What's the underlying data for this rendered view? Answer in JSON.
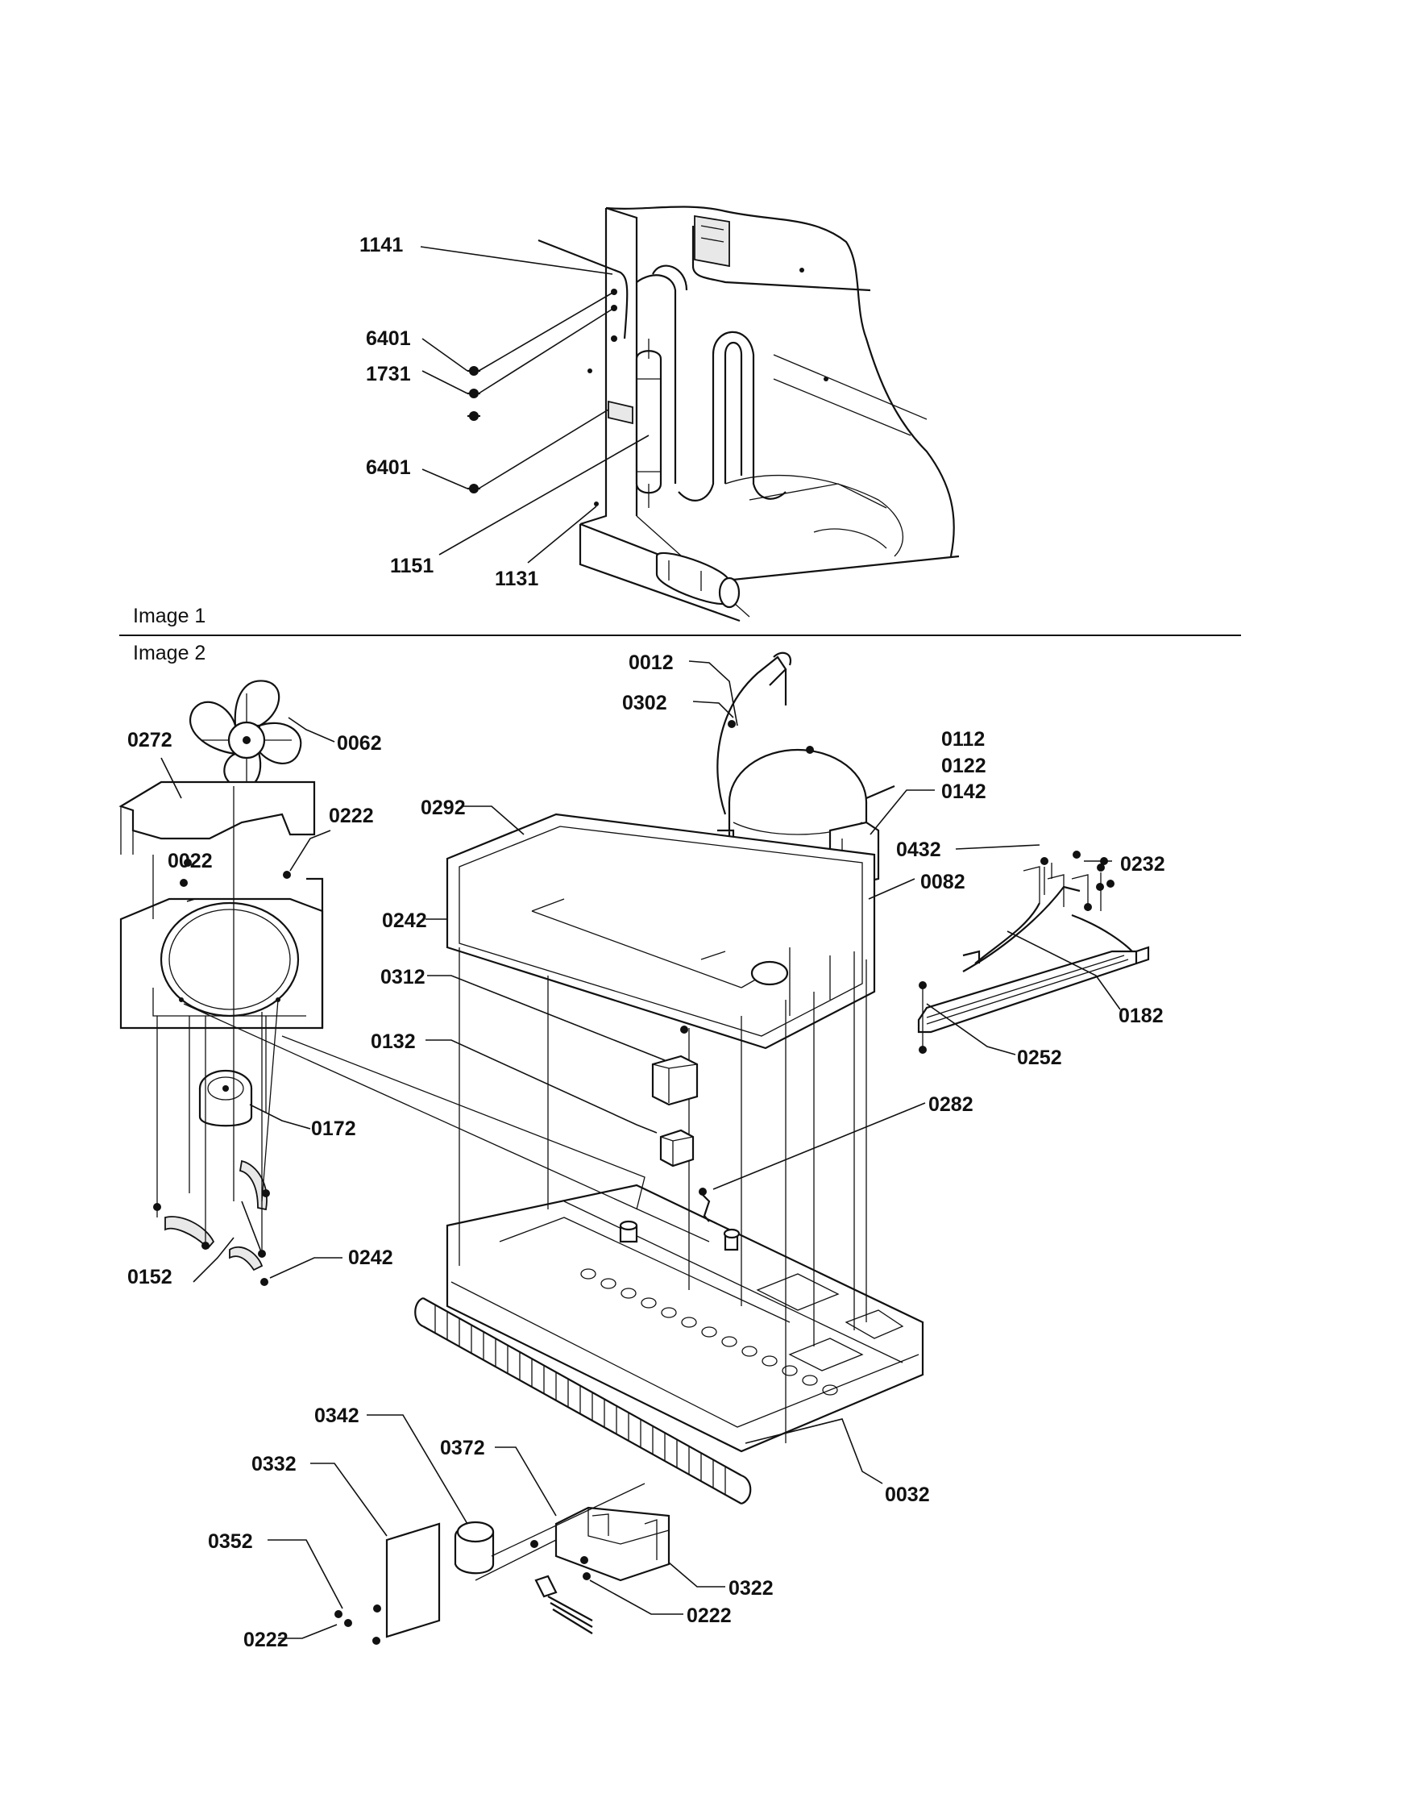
{
  "captions": {
    "image1": "Image 1",
    "image2": "Image 2"
  },
  "image1_labels": {
    "l1141": "1141",
    "l6401a": "6401",
    "l1731": "1731",
    "l6401b": "6401",
    "l1151": "1151",
    "l1131": "1131"
  },
  "image2_labels": {
    "l0012": "0012",
    "l0302": "0302",
    "l0112": "0112",
    "l0122": "0122",
    "l0142": "0142",
    "l0432": "0432",
    "l0232": "0232",
    "l0082": "0082",
    "l0182": "0182",
    "l0252": "0252",
    "l0292": "0292",
    "l0242a": "0242",
    "l0312": "0312",
    "l0132": "0132",
    "l0282": "0282",
    "l0272": "0272",
    "l0062": "0062",
    "l0222a": "0222",
    "l0022": "0022",
    "l0172": "0172",
    "l0152": "0152",
    "l0242b": "0242",
    "l0032": "0032",
    "l0342": "0342",
    "l0332": "0332",
    "l0372": "0372",
    "l0352": "0352",
    "l0322": "0322",
    "l0222b": "0222",
    "l0222c": "0222"
  }
}
